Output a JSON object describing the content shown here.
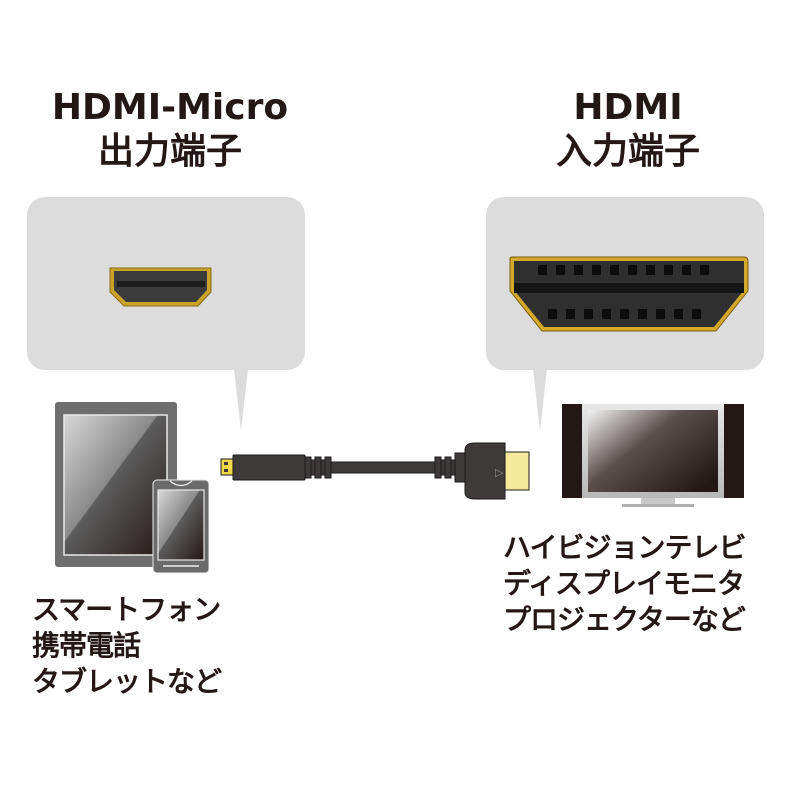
{
  "left_port": {
    "title_en": "HDMI-Micro",
    "title_jp": "出力端子",
    "connector_icon": "hdmi-micro-port-icon",
    "devices_icon": "tablet-and-smartphone-icon",
    "description_lines": [
      "スマートフォン",
      "携帯電話",
      "タブレットなど"
    ]
  },
  "right_port": {
    "title_en": "HDMI",
    "title_jp": "入力端子",
    "connector_icon": "hdmi-port-icon",
    "devices_icon": "television-icon",
    "description_lines": [
      "ハイビジョンテレビ",
      "ディスプレイモニタ",
      "プロジェクターなど"
    ]
  },
  "cable": {
    "icon": "hdmi-micro-to-hdmi-cable-icon",
    "arrow_glyph": "▷"
  },
  "colors": {
    "callout_bg": "#dcdcdc",
    "text": "#231815",
    "gold": "#d4a017",
    "connector_dark": "#3a3a3a",
    "cable_body": "#3d3a39",
    "plug_gold": "#f5e99a"
  }
}
